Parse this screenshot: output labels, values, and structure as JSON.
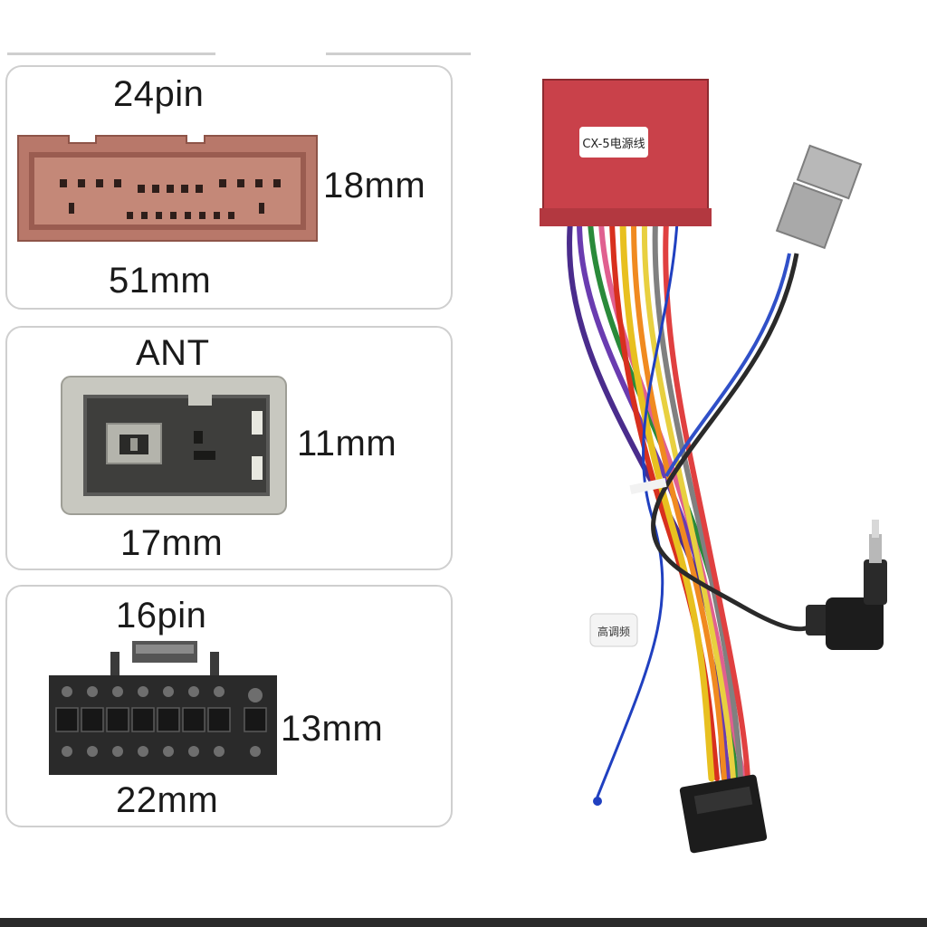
{
  "connectors": [
    {
      "title": "24pin",
      "height_label": "18mm",
      "width_label": "51mm",
      "icon": "24pin-connector-icon",
      "color": "#b8786a"
    },
    {
      "title": "ANT",
      "height_label": "11mm",
      "width_label": "17mm",
      "icon": "antenna-connector-icon",
      "color": "#c8c8c0"
    },
    {
      "title": "16pin",
      "height_label": "13mm",
      "width_label": "22mm",
      "icon": "16pin-connector-icon",
      "color": "#2a2a2a"
    }
  ],
  "harness": {
    "module_label": "CX-5电源线",
    "tag_label": "高调频",
    "colors": {
      "module": "#c9414a",
      "ant_plug": "#a9a9a9",
      "plug16": "#1c1c1c"
    }
  }
}
